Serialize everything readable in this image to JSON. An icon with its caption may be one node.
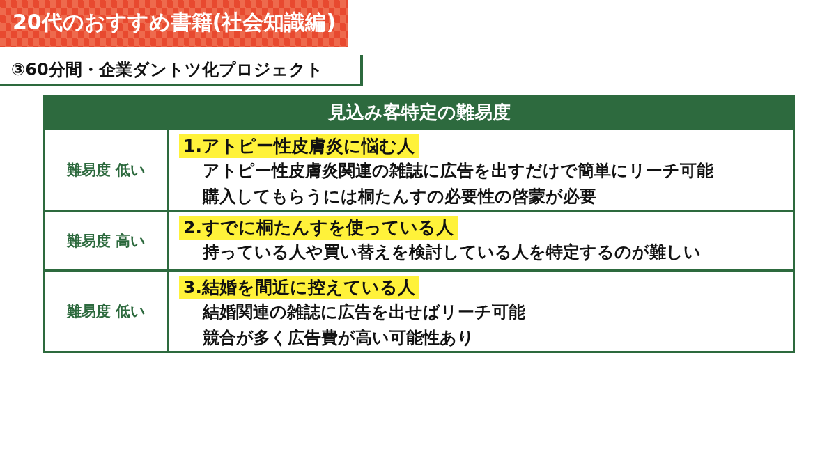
{
  "diagram": {
    "title": "20代のおすすめ書籍(社会知識編)",
    "nodes": [
      {
        "text": [
          "見込み客特定の難易度"
        ]
      },
      {
        "text": [
          "難易度 低い"
        ]
      },
      {
        "text": [
          "1.アトピー性皮膚炎に悩む人",
          "アトピー性皮膚炎関連の雑誌に広告を出すだけで簡単にリーチ可能",
          "購入してもらうには桐たんすの必要性の啓蒙が必要"
        ]
      },
      {
        "text": [
          "難易度 高い"
        ]
      },
      {
        "text": [
          "2.すでに桐たんすを使っている人",
          "持っている人や買い替えを検討している人を特定するのが難しい"
        ]
      },
      {
        "text": [
          "難易度 低い"
        ]
      },
      {
        "text": [
          "3.結婚を間近に控えている人",
          "結婚関連の雑誌に広告を出せばリーチ可能",
          "競合が多く広告費が高い可能性あり"
        ]
      }
    ],
    "labels": [
      "③60分間・企業ダントツ化プロジェクト"
    ]
  }
}
